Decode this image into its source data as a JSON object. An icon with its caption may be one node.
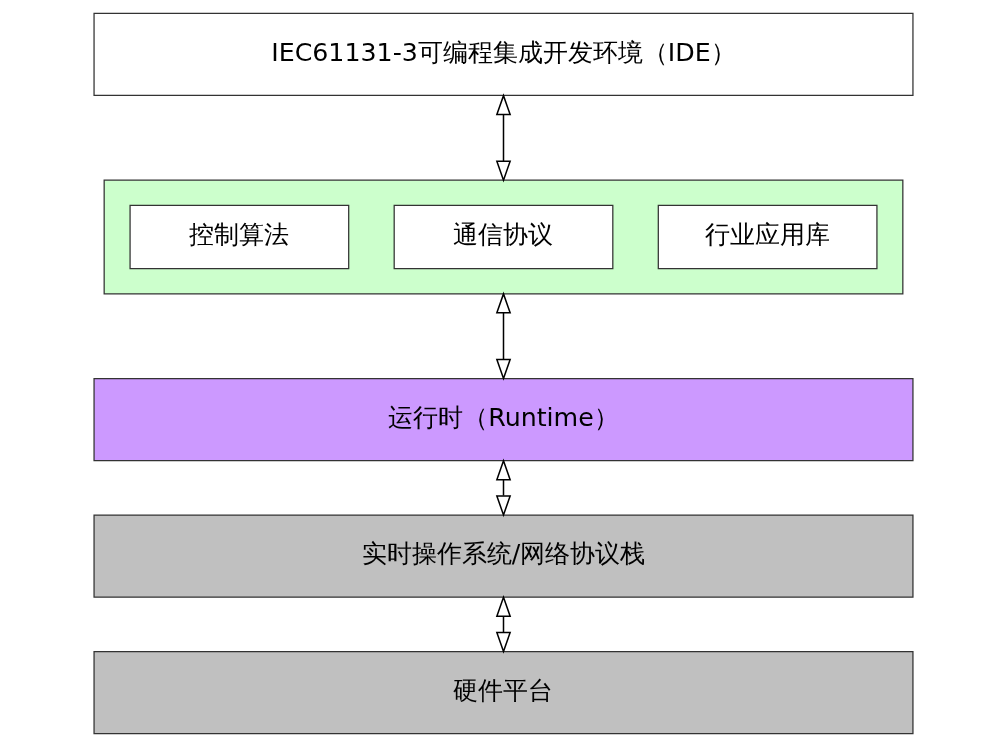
{
  "diagram": {
    "nodes": [
      {
        "text": [
          "IEC61131-3可编程集成开发环境（IDE）"
        ]
      },
      {
        "text": [],
        "shape": "box"
      },
      {
        "text": [
          "控制算法"
        ],
        "in": 1
      },
      {
        "text": [
          "通信协议"
        ],
        "in": 1
      },
      {
        "text": [
          "行业应用库"
        ],
        "in": 1
      },
      {
        "text": [
          "运行时（Runtime）"
        ]
      },
      {
        "text": [
          "实时操作系统/网络协议栈"
        ]
      },
      {
        "text": [
          "硬件平台"
        ]
      }
    ],
    "edges": [
      {
        "from": 0,
        "to": 1,
        "arrow": "both"
      },
      {
        "from": 1,
        "to": 5,
        "arrow": "both"
      },
      {
        "from": 5,
        "to": 6,
        "arrow": "both"
      },
      {
        "from": 6,
        "to": 7,
        "arrow": "both"
      }
    ]
  }
}
